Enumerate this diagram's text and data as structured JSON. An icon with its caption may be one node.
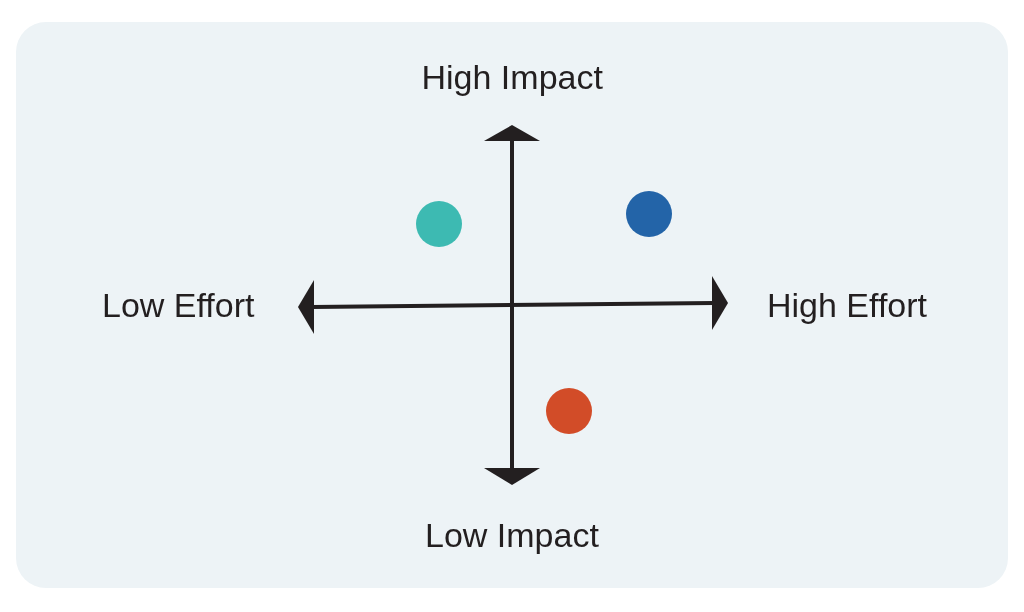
{
  "diagram": {
    "nodes": [
      {
        "text": [],
        "shape": "circle"
      },
      {
        "text": [],
        "shape": "circle"
      },
      {
        "text": [],
        "shape": "circle"
      }
    ],
    "labels": [
      "High Impact",
      "Low Effort",
      "High Effort",
      "Low Impact"
    ]
  }
}
